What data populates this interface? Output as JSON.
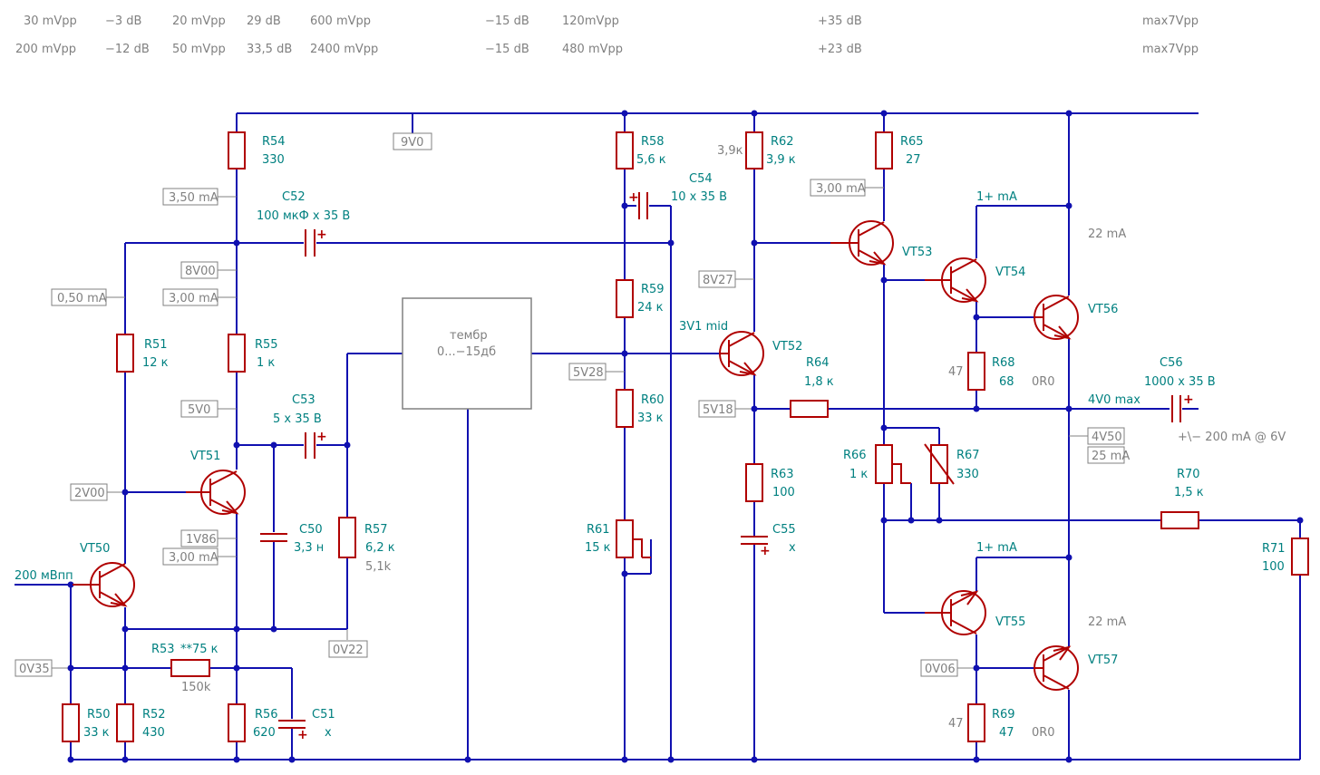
{
  "top_rows": [
    [
      "30 mVpp",
      "−3 dB",
      "20 mVpp",
      "29 dB",
      "600 mVpp",
      "−15 dB",
      "120mVpp",
      "+35 dB",
      "max7Vpp"
    ],
    [
      "200 mVpp",
      "−12 dB",
      "50 mVpp",
      "33,5 dB",
      "2400 mVpp",
      "−15 dB",
      "480 mVpp",
      "+23 dB",
      "max7Vpp"
    ]
  ],
  "node_labels": {
    "supply": "9V0",
    "r54_current": "3,50 mA",
    "n8v00": "8V00",
    "r51_current": "0,50 mA",
    "r55_current": "3,00 mA",
    "n5v0": "5V0",
    "n2v00": "2V00",
    "n1v86": "1V86",
    "vt51_emitter_current": "3,00 mA",
    "n0v22": "0V22",
    "n0v35": "0V35",
    "n5v28": "5V28",
    "n8v27": "8V27",
    "n5v18": "5V18",
    "r65_current": "3,00 mA",
    "n4v50": "4V50",
    "out_current": "25 mA",
    "n0v06": "0V06"
  },
  "components": {
    "R54": {
      "ref": "R54",
      "value": "330"
    },
    "C52": {
      "ref": "C52",
      "value": "100 мкФ  x  35 B"
    },
    "R51": {
      "ref": "R51",
      "value": "12 к"
    },
    "R55": {
      "ref": "R55",
      "value": "1 к"
    },
    "C53": {
      "ref": "C53",
      "value": "5  x  35 B"
    },
    "VT51": {
      "ref": "VT51"
    },
    "C50": {
      "ref": "C50",
      "value": "3,3 н"
    },
    "R57": {
      "ref": "R57",
      "value": "6,2 к",
      "alt": "5,1k"
    },
    "VT50": {
      "ref": "VT50"
    },
    "R53": {
      "ref": "R53",
      "value": "**75 к",
      "alt": "150k"
    },
    "R50": {
      "ref": "R50",
      "value": "33 к"
    },
    "R52": {
      "ref": "R52",
      "value": "430"
    },
    "R56": {
      "ref": "R56",
      "value": "620"
    },
    "C51": {
      "ref": "C51",
      "value": "x"
    },
    "tone": {
      "line1": "тембр",
      "line2": "0...−15дб"
    },
    "R58": {
      "ref": "R58",
      "value": "5,6 к"
    },
    "C54": {
      "ref": "C54",
      "value": "10  x  35 B"
    },
    "R59": {
      "ref": "R59",
      "value": "24 к"
    },
    "R60": {
      "ref": "R60",
      "value": "33 к"
    },
    "R61": {
      "ref": "R61",
      "value": "15 к"
    },
    "R62": {
      "ref": "R62",
      "value": "3,9 к",
      "alt": "3,9к"
    },
    "VT52": {
      "ref": "VT52",
      "note": "3V1 mid"
    },
    "R64": {
      "ref": "R64",
      "value": "1,8 к"
    },
    "R63": {
      "ref": "R63",
      "value": "100"
    },
    "C55": {
      "ref": "C55",
      "value": "x"
    },
    "R65": {
      "ref": "R65",
      "value": "27"
    },
    "VT53": {
      "ref": "VT53"
    },
    "VT54": {
      "ref": "VT54",
      "current": "1+ mA"
    },
    "VT56": {
      "ref": "VT56",
      "current": "22 mA"
    },
    "R68": {
      "ref": "R68",
      "value": "68",
      "alt": "47",
      "note": "0R0"
    },
    "R66": {
      "ref": "R66",
      "value": "1 к"
    },
    "R67": {
      "ref": "R67",
      "value": "330"
    },
    "C56": {
      "ref": "C56",
      "value": "1000  x  35 B",
      "note": "+\\− 200 mA @ 6V"
    },
    "out_note": "4V0 max",
    "R70": {
      "ref": "R70",
      "value": "1,5 к"
    },
    "R71": {
      "ref": "R71",
      "value": "100"
    },
    "VT55": {
      "ref": "VT55",
      "current": "1+ mA"
    },
    "VT57": {
      "ref": "VT57",
      "current": "22 mA"
    },
    "R69": {
      "ref": "R69",
      "value": "47",
      "alt": "47",
      "note": "0R0"
    }
  },
  "input_label": "200 мBпп"
}
